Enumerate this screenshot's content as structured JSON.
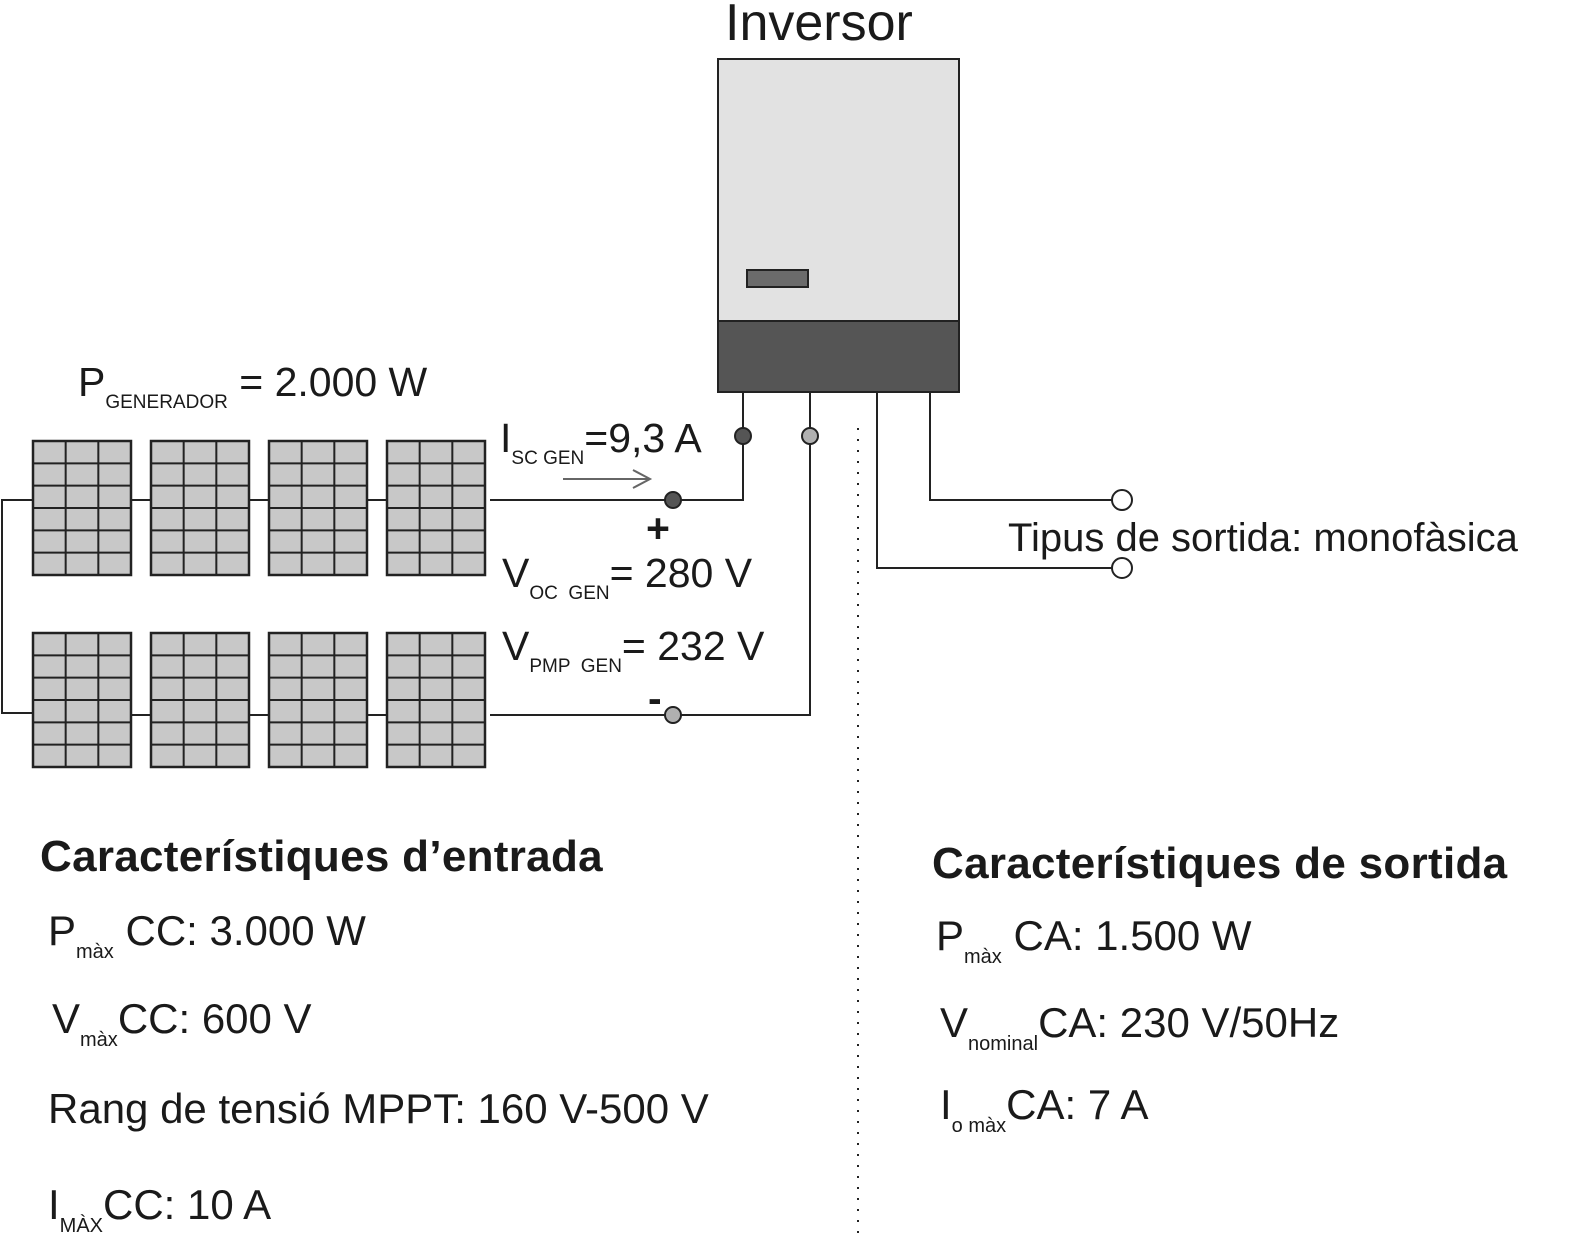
{
  "inverter": {
    "title": "Inversor",
    "body_color": "#e2e2e2",
    "base_color": "#555555",
    "display_color": "#6b6b6b"
  },
  "generator": {
    "power": {
      "symbol": "P",
      "sub": "GENERADOR",
      "value": "= 2.000 W"
    },
    "isc": {
      "symbol": "I",
      "sub": "SC GEN",
      "value": "=9,3 A"
    },
    "plus_sign": "+",
    "voc": {
      "symbol": "V",
      "sub": "OC  GEN",
      "value": "= 280 V"
    },
    "vpmp": {
      "symbol": "V",
      "sub": "PMP  GEN",
      "value": "= 232 V"
    },
    "minus_sign": "-",
    "strings": [
      {
        "name": "top-string",
        "panels": 4
      },
      {
        "name": "bottom-string",
        "panels": 4
      }
    ],
    "panel_cells": {
      "cols": 3,
      "rows": 6
    },
    "panel_color": "#c8c8c8",
    "positive_terminal_color": "#555555",
    "negative_terminal_color": "#b0b0b0"
  },
  "output": {
    "type_label": "Tipus de sortida: monofàsica"
  },
  "input_specs": {
    "heading": "Característiques d’entrada",
    "items": [
      {
        "symbol": "P",
        "sub": "màx",
        "text": " CC: 3.000 W"
      },
      {
        "symbol": "V",
        "sub": "màx",
        "text": "CC: 600 V"
      },
      {
        "symbol": "",
        "sub": "",
        "text": "Rang de tensió MPPT: 160 V-500 V"
      },
      {
        "symbol": "I",
        "sub": "MÀX",
        "text": "CC: 10 A"
      }
    ]
  },
  "output_specs": {
    "heading": "Característiques de sortida",
    "items": [
      {
        "symbol": "P",
        "sub": "màx",
        "text": " CA: 1.500 W"
      },
      {
        "symbol": "V",
        "sub": "nominal",
        "text": "CA: 230 V/50Hz"
      },
      {
        "symbol": "I",
        "sub": "o màx",
        "text": "CA: 7 A"
      }
    ]
  }
}
